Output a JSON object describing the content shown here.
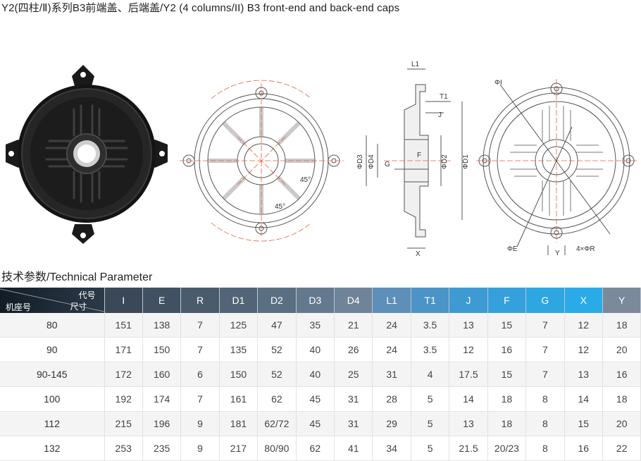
{
  "title": "Y2(四柱/Ⅱ)系列B3前端盖、后端盖/Y2 (4 columns/II) B3 front-end and back-end caps",
  "diagram_labels": {
    "angle_a": "45°",
    "angle_b": "45°",
    "L1": "L1",
    "T1": "T1",
    "J": "J",
    "F": "F",
    "G": "G",
    "D1": "ΦD1",
    "D2": "ΦD2",
    "D3": "ΦD3",
    "D4": "ΦD4",
    "X": "X",
    "I": "ΦI",
    "E": "ΦE",
    "Y": "Y",
    "R": "4×ΦR"
  },
  "section_title": "技术参数/Technical Parameter",
  "table": {
    "corner": {
      "code": "代号",
      "size": "尺寸",
      "frame": "机座号"
    },
    "columns": [
      "I",
      "E",
      "R",
      "D1",
      "D2",
      "D3",
      "D4",
      "L1",
      "T1",
      "J",
      "F",
      "G",
      "X",
      "Y"
    ],
    "rows": [
      [
        "80",
        "151",
        "138",
        "7",
        "125",
        "47",
        "35",
        "21",
        "24",
        "3.5",
        "13",
        "15",
        "7",
        "12",
        "18"
      ],
      [
        "90",
        "171",
        "150",
        "7",
        "135",
        "52",
        "40",
        "26",
        "24",
        "3.5",
        "12",
        "16",
        "7",
        "12",
        "20"
      ],
      [
        "90-145",
        "172",
        "160",
        "6",
        "150",
        "52",
        "40",
        "25",
        "31",
        "4",
        "17.5",
        "15",
        "7",
        "13",
        "16"
      ],
      [
        "100",
        "192",
        "174",
        "7",
        "161",
        "62",
        "45",
        "31",
        "28",
        "5",
        "14",
        "18",
        "8",
        "14",
        "18"
      ],
      [
        "112",
        "215",
        "196",
        "9",
        "181",
        "62/72",
        "45",
        "31",
        "29",
        "5",
        "13",
        "18",
        "8",
        "15",
        "20"
      ],
      [
        "132",
        "253",
        "235",
        "9",
        "217",
        "80/90",
        "62",
        "41",
        "34",
        "5",
        "21.5",
        "20/23",
        "8",
        "16",
        "22"
      ]
    ]
  }
}
